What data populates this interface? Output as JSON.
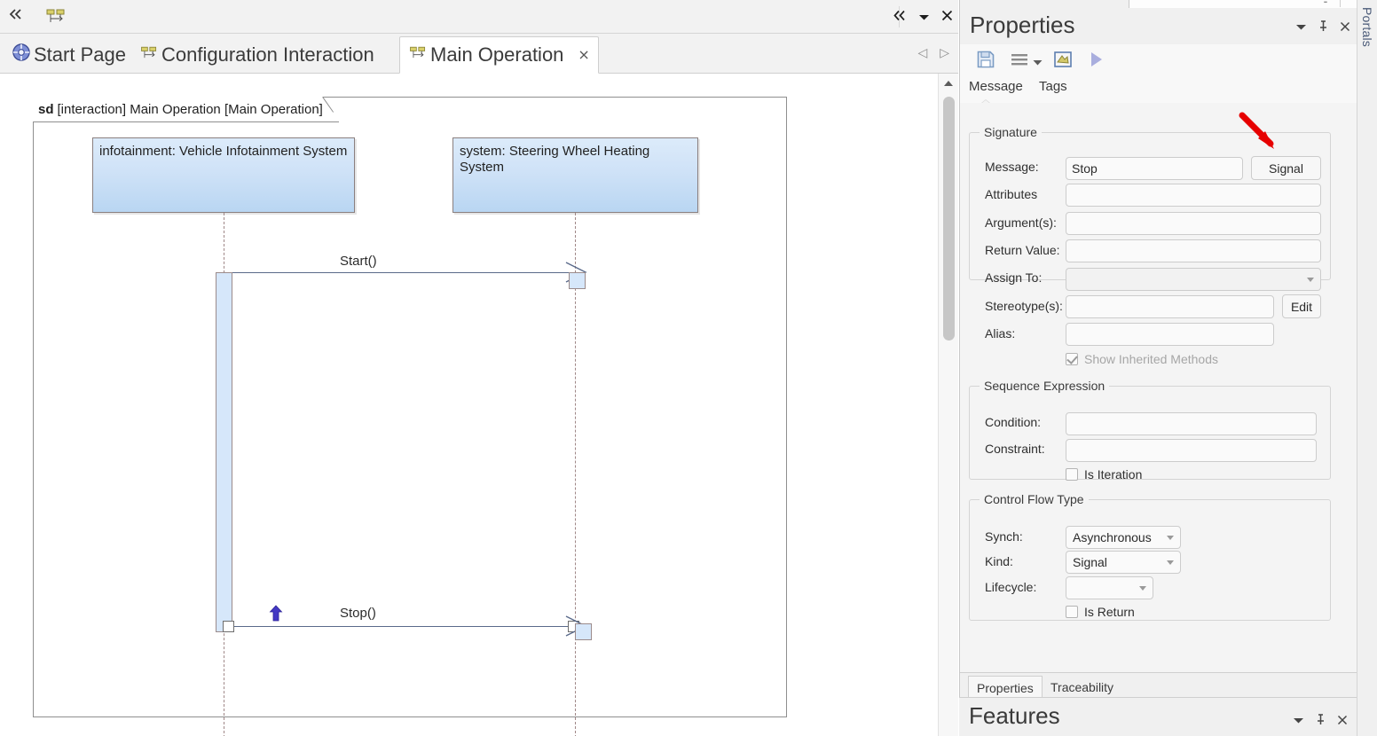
{
  "editor": {
    "toolbar": {
      "collapse_icon": "chevron-double-left-icon",
      "diagram_icon": "sequence-diagram-icon",
      "collapse_right_icon": "chevron-double-left-icon",
      "dropdown_icon": "caret-down-icon",
      "close_icon": "close-icon"
    },
    "tabs": [
      {
        "label": "Start Page",
        "icon": "start-page-icon",
        "active": false,
        "closable": false
      },
      {
        "label": "Configuration Interaction",
        "icon": "sequence-diagram-icon",
        "active": false,
        "closable": false
      },
      {
        "label": "Main Operation",
        "icon": "sequence-diagram-icon",
        "active": true,
        "closable": true,
        "close_label": "×"
      }
    ],
    "tab_nav": {
      "prev": "◁",
      "next": "▷"
    }
  },
  "diagram": {
    "frame_keyword": "sd",
    "frame_title": "[interaction] Main Operation [Main Operation]",
    "lifelines": [
      {
        "label": "infotainment: Vehicle Infotainment System"
      },
      {
        "label": "system: Steering Wheel Heating System"
      }
    ],
    "messages": [
      {
        "label": "Start()",
        "from": "infotainment",
        "to": "system"
      },
      {
        "label": "Stop()",
        "from": "infotainment",
        "to": "system",
        "selected": true
      }
    ]
  },
  "properties": {
    "title": "Properties",
    "window_controls": {
      "menu": "▼",
      "pin": "pin-icon",
      "close": "×"
    },
    "toolbar_icons": [
      "save-icon",
      "list-menu-icon",
      "menu-caret-icon",
      "edit-note-icon",
      "run-icon"
    ],
    "tabs": [
      {
        "label": "Message",
        "active": true
      },
      {
        "label": "Tags",
        "active": false
      }
    ],
    "signature": {
      "legend": "Signature",
      "message_label": "Message:",
      "message_value": "Stop",
      "signal_button": "Signal",
      "attributes_label": "Attributes",
      "attributes_value": "",
      "arguments_label": "Argument(s):",
      "arguments_value": "",
      "return_value_label": "Return Value:",
      "return_value_value": "",
      "assign_to_label": "Assign To:",
      "assign_to_value": "",
      "stereotypes_label": "Stereotype(s):",
      "stereotypes_value": "",
      "stereotypes_edit_button": "Edit",
      "alias_label": "Alias:",
      "alias_value": "",
      "show_inherited_label": "Show Inherited Methods",
      "show_inherited_checked": true
    },
    "sequence_expression": {
      "legend": "Sequence Expression",
      "condition_label": "Condition:",
      "condition_value": "",
      "constraint_label": "Constraint:",
      "constraint_value": "",
      "is_iteration_label": "Is Iteration",
      "is_iteration_checked": false
    },
    "control_flow_type": {
      "legend": "Control Flow Type",
      "synch_label": "Synch:",
      "synch_value": "Asynchronous",
      "kind_label": "Kind:",
      "kind_value": "Signal",
      "lifecycle_label": "Lifecycle:",
      "lifecycle_value": "",
      "is_return_label": "Is Return",
      "is_return_checked": false
    },
    "bottom_tabs": [
      {
        "label": "Properties",
        "active": true
      },
      {
        "label": "Traceability",
        "active": false
      }
    ]
  },
  "features": {
    "title": "Features",
    "window_controls": {
      "menu": "▼",
      "pin": "pin-icon",
      "close": "×"
    }
  },
  "portals": {
    "label": "Portals"
  },
  "annotation": {
    "type": "red-arrow",
    "points_to": "Signal"
  },
  "colors": {
    "accent_blue": "#4a6fa5",
    "lifeline_fill": "#cfe2f7",
    "annotation_red": "#e60000",
    "traceability_underline": "#d9a0b0",
    "properties_underline": "#b8cce4"
  }
}
